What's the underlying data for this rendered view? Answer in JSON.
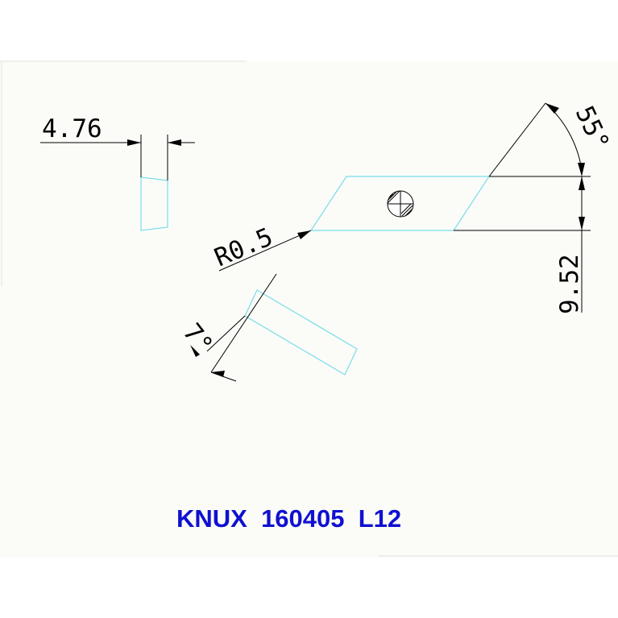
{
  "drawing": {
    "title": "KNUX  160405  L12",
    "title_color": "#1010d0",
    "outline_color": "#79dcea",
    "dimensions": {
      "thickness": "4.76",
      "corner_radius": "R0.5",
      "insert_angle": "55°",
      "height": "9.52",
      "clearance_angle": "7°"
    },
    "icons": {
      "hole": "center-hole-symbol"
    }
  }
}
